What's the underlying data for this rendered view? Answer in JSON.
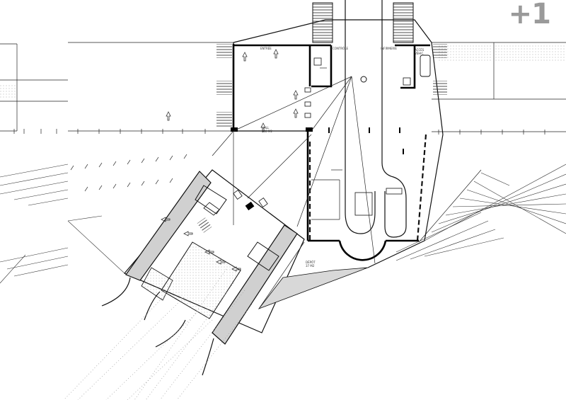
{
  "level": "+1",
  "rooms": {
    "entrance": "ENTRÉE",
    "control": "CONTRÔLE",
    "infirmary": "INFIRMERIE",
    "access": "ACCÈS\nVÉHIC.",
    "hall": "HALL\n340 M2",
    "depot": "DÉPÔT\n37 M2"
  },
  "colors": {
    "line": "#111111",
    "hatch_fill": "#d8d8d8",
    "level_badge": "#9a9a9a"
  }
}
